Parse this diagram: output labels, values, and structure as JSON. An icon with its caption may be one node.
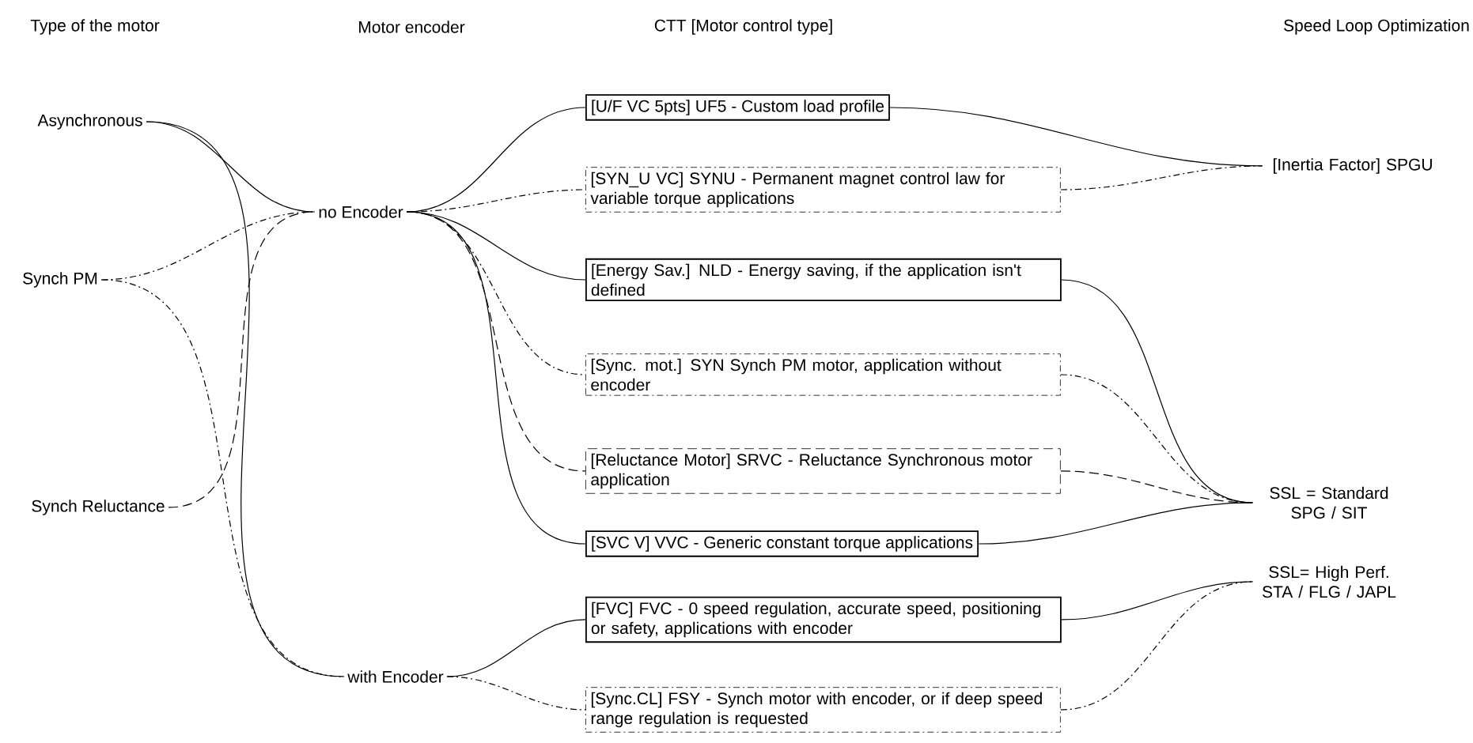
{
  "diagram": {
    "nodes": [
      {
        "text": [
          "Asynchronous"
        ]
      },
      {
        "text": [
          "Synch PM"
        ]
      },
      {
        "text": [
          "Synch Reluctance"
        ]
      },
      {
        "text": [
          "no Encoder"
        ]
      },
      {
        "text": [
          "with Encoder"
        ]
      },
      {
        "text": [
          "[U/F VC 5pts] UF5 - Custom load profile"
        ]
      },
      {
        "text": [
          "[SYN_U VC] SYNU - Permanent magnet control law for variable torque applications"
        ]
      },
      {
        "text": [
          "[Energy Sav.] NLD - Energy saving, if the application isn't defined"
        ]
      },
      {
        "text": [
          "[Sync. mot.] SYN Synch PM motor, application without encoder"
        ]
      },
      {
        "text": [
          "[Reluctance Motor] SRVC - Reluctance Synchronous motor application"
        ]
      },
      {
        "text": [
          "[SVC V] VVC - Generic constant torque applications"
        ]
      },
      {
        "text": [
          "[FVC] FVC - 0 speed regulation, accurate speed, positioning or safety, applications with encoder"
        ]
      },
      {
        "text": [
          "[Sync.CL] FSY - Synch motor with encoder, or if deep speed range regulation is requested"
        ]
      },
      {
        "text": [
          "[Inertia Factor] SPGU"
        ]
      },
      {
        "text": [
          "SSL = Standard SPG / SIT"
        ]
      },
      {
        "text": [
          "SSL= High Perf. STA / FLG / JAPL"
        ]
      }
    ],
    "edges": [
      {
        "from": 0,
        "to": 3,
        "arrow": "none"
      },
      {
        "from": 0,
        "to": 4,
        "arrow": "none"
      },
      {
        "from": 1,
        "to": 3,
        "arrow": "none",
        "style": "dashed"
      },
      {
        "from": 1,
        "to": 4,
        "arrow": "none",
        "style": "dashed"
      },
      {
        "from": 2,
        "to": 3,
        "arrow": "none",
        "style": "dashed"
      },
      {
        "from": 3,
        "to": 5,
        "arrow": "none"
      },
      {
        "from": 3,
        "to": 6,
        "arrow": "none",
        "style": "dashed"
      },
      {
        "from": 3,
        "to": 7,
        "arrow": "none"
      },
      {
        "from": 3,
        "to": 8,
        "arrow": "none",
        "style": "dashed"
      },
      {
        "from": 3,
        "to": 9,
        "arrow": "none",
        "style": "dashed"
      },
      {
        "from": 3,
        "to": 10,
        "arrow": "none"
      },
      {
        "from": 4,
        "to": 11,
        "arrow": "none"
      },
      {
        "from": 4,
        "to": 12,
        "arrow": "none",
        "style": "dashed"
      },
      {
        "from": 5,
        "to": 13,
        "arrow": "none"
      },
      {
        "from": 6,
        "to": 13,
        "arrow": "none",
        "style": "dashed"
      },
      {
        "from": 7,
        "to": 14,
        "arrow": "none"
      },
      {
        "from": 8,
        "to": 14,
        "arrow": "none",
        "style": "dashed"
      },
      {
        "from": 9,
        "to": 14,
        "arrow": "none",
        "style": "dashed"
      },
      {
        "from": 10,
        "to": 14,
        "arrow": "none"
      },
      {
        "from": 11,
        "to": 15,
        "arrow": "none"
      },
      {
        "from": 12,
        "to": 15,
        "arrow": "none",
        "style": "dashed"
      }
    ],
    "labels": [
      "Type of the motor",
      "Motor encoder",
      "CTT [Motor control type]",
      "Speed Loop Optimization"
    ]
  }
}
